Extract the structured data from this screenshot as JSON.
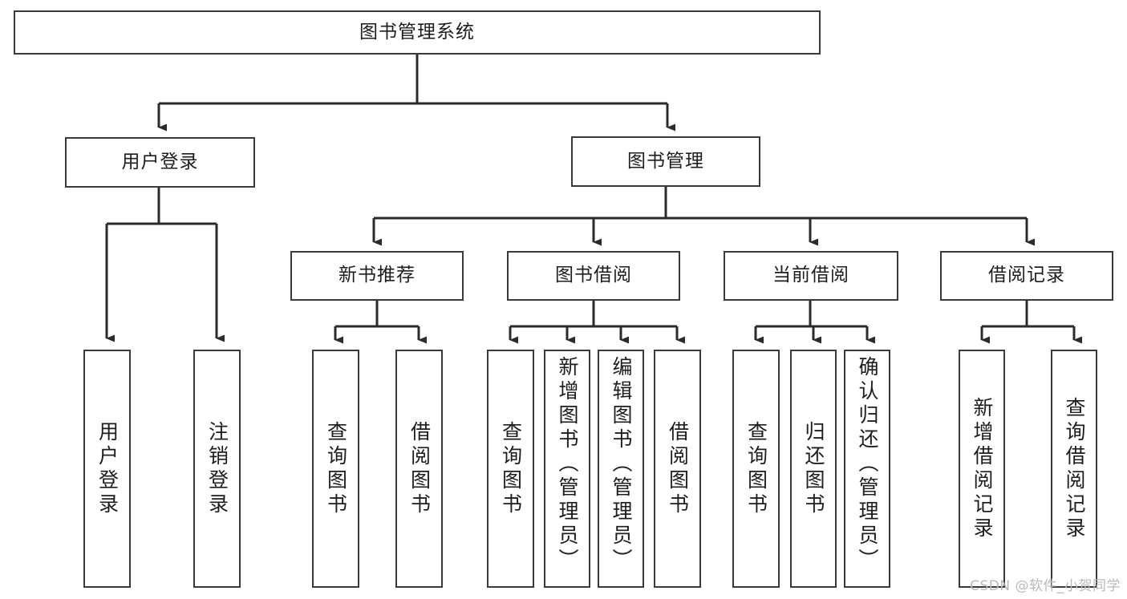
{
  "diagram": {
    "type": "tree",
    "title": "图书管理系统",
    "root": {
      "label": "图书管理系统"
    },
    "level2": [
      {
        "label": "用户登录"
      },
      {
        "label": "图书管理"
      }
    ],
    "level3": [
      {
        "label": "新书推荐"
      },
      {
        "label": "图书借阅"
      },
      {
        "label": "当前借阅"
      },
      {
        "label": "借阅记录"
      }
    ],
    "leaves": {
      "user_login": [
        {
          "label": "用户登录"
        },
        {
          "label": "注销登录"
        }
      ],
      "new_book_recommend": [
        {
          "label": "查询图书"
        },
        {
          "label": "借阅图书"
        }
      ],
      "book_borrow": [
        {
          "label": "查询图书"
        },
        {
          "label": "新增图书（管理员）"
        },
        {
          "label": "编辑图书（管理员）"
        },
        {
          "label": "借阅图书"
        }
      ],
      "current_borrow": [
        {
          "label": "查询图书"
        },
        {
          "label": "归还图书"
        },
        {
          "label": "确认归还（管理员）"
        }
      ],
      "borrow_record": [
        {
          "label": "新增借阅记录"
        },
        {
          "label": "查询借阅记录"
        }
      ]
    },
    "colors": {
      "border": "#3a3a3a",
      "line": "#2b2b2b",
      "background": "#ffffff",
      "text": "#1d1d1d",
      "watermark": "#b9b9b9"
    }
  },
  "watermark": {
    "text": "CSDN @软件_小贺同学"
  }
}
